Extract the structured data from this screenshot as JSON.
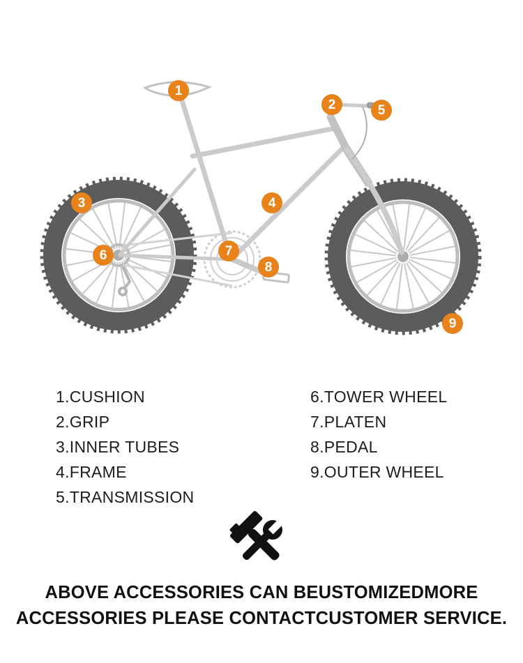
{
  "colors": {
    "accent": "#E8821A",
    "tire": "#5c5c5c",
    "frame_line": "#cbcbcb",
    "text": "#1c1c1c"
  },
  "markers": [
    "1",
    "2",
    "3",
    "4",
    "5",
    "6",
    "7",
    "8",
    "9"
  ],
  "parts": {
    "left": [
      "1.CUSHION",
      "2.GRIP",
      "3.INNER TUBES",
      "4.FRAME",
      "5.TRANSMISSION"
    ],
    "right": [
      "6.TOWER WHEEL",
      "7.PLATEN",
      "8.PEDAL",
      "9.OUTER WHEEL"
    ]
  },
  "icons": {
    "tools": "hammer-wrench-icon"
  },
  "footer": {
    "line1": "ABOVE ACCESSORIES CAN BEUSTOMIZEDMORE",
    "line2": "ACCESSORIES PLEASE CONTACTCUSTOMER SERVICE."
  }
}
